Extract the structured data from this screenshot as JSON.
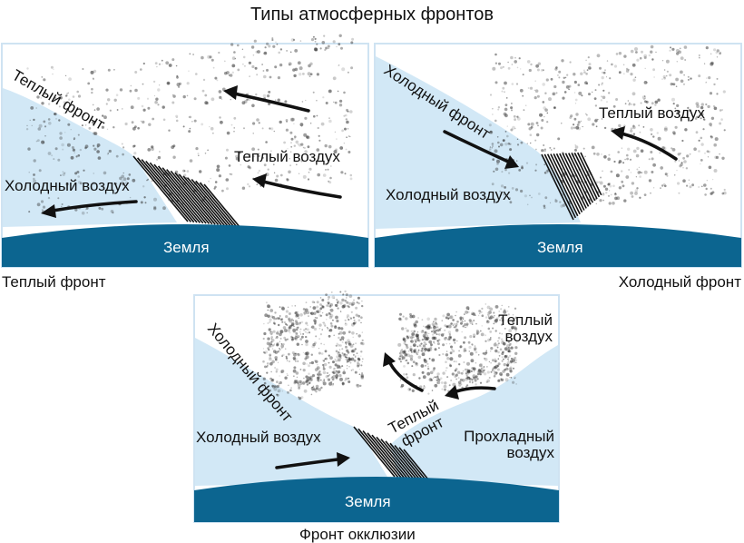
{
  "title": "Типы атмосферных фронтов",
  "panels": {
    "warm_front": {
      "caption": "Теплый фронт",
      "front_label": "Теплый фронт",
      "warm_air": "Теплый воздух",
      "cold_air": "Холодный воздух",
      "ground": "Земля"
    },
    "cold_front": {
      "caption": "Холодный фронт",
      "front_label": "Холодный фронт",
      "warm_air": "Теплый воздух",
      "cold_air": "Холодный воздух",
      "ground": "Земля"
    },
    "occlusion": {
      "caption": "Фронт окклюзии",
      "cold_front_label": "Холодный фронт",
      "warm_front_line1": "Теплый",
      "warm_front_line2": "фронт",
      "warm_air_line1": "Теплый",
      "warm_air_line2": "воздух",
      "cool_air_line1": "Прохладный",
      "cool_air_line2": "воздух",
      "cold_air": "Холодный воздух",
      "ground": "Земля"
    }
  },
  "colors": {
    "ground": "#0c6590",
    "cold_air": "#d2e8f6",
    "frame": "#cfe3f2"
  }
}
